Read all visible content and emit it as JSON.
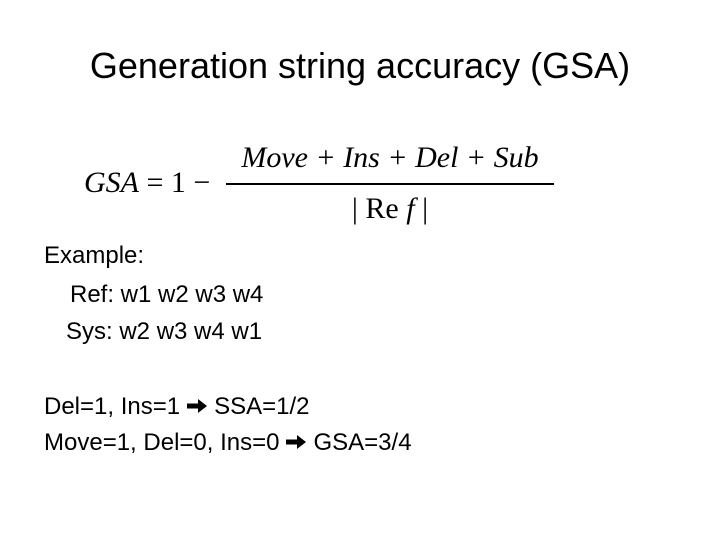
{
  "slide": {
    "title": "Generation string accuracy (GSA)"
  },
  "formula": {
    "lhs_var": "GSA",
    "lhs_rest": " = 1 −",
    "numerator": "Move + Ins + Del + Sub",
    "denominator_open": "| Re ",
    "denominator_var": "f",
    "denominator_close": " |"
  },
  "example": {
    "heading": "Example:",
    "ref_line": "Ref:  w1 w2 w3 w4",
    "sys_line": "Sys:  w2 w3 w4 w1"
  },
  "results": [
    {
      "lhs": "Del=1, Ins=1",
      "rhs": "SSA=1/2"
    },
    {
      "lhs": "Move=1, Del=0, Ins=0",
      "rhs": "GSA=3/4"
    }
  ],
  "icons": {
    "arrow": "right-arrow-icon"
  }
}
